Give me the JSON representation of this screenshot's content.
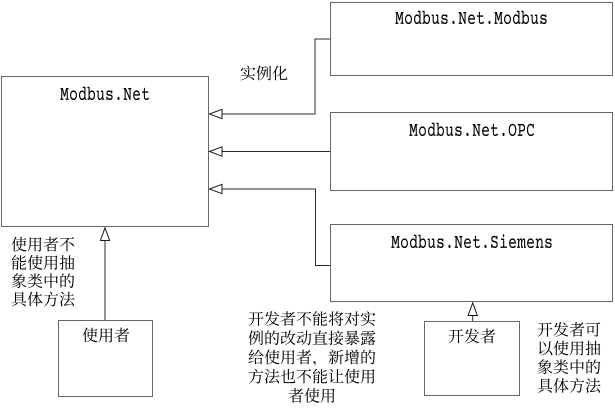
{
  "diagram": {
    "type": "uml-class-diagram",
    "background_color": "#ffffff",
    "line_color": "#000000",
    "box_fill": "#ffffff",
    "classes": {
      "modbus_net": {
        "label": "Modbus.Net"
      },
      "modbus_net_modbus": {
        "label": "Modbus.Net.Modbus"
      },
      "modbus_net_opc": {
        "label": "Modbus.Net.OPC"
      },
      "modbus_net_siemens": {
        "label": "Modbus.Net.Siemens"
      }
    },
    "actors": {
      "user": {
        "label": "使用者"
      },
      "developer": {
        "label": "开发者"
      }
    },
    "edge_label": "实例化",
    "notes": {
      "user_note": "使用者不\n能使用抽\n象类中的\n具体方法",
      "developer_note": "开发者不能将对实\n例的改动直接暴露\n给使用者，新增的\n方法也不能让使用\n者使用",
      "developer_can": "开发者可\n以使用抽\n象类中的\n具体方法"
    }
  }
}
